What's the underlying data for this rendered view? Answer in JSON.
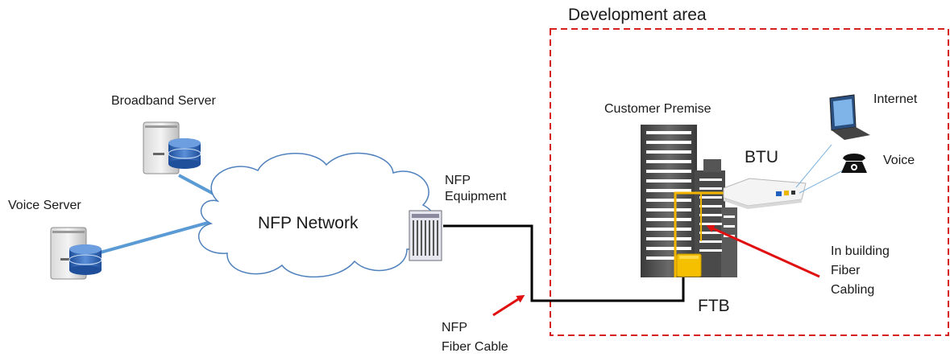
{
  "labels": {
    "development_area": "Development area",
    "broadband_server": "Broadband Server",
    "voice_server": "Voice Server",
    "nfp_network": "NFP Network",
    "nfp_equipment_line1": "NFP",
    "nfp_equipment_line2": "Equipment",
    "customer_premise": "Customer Premise",
    "internet": "Internet",
    "btu": "BTU",
    "voice": "Voice",
    "in_building_line1": "In building",
    "in_building_line2": "Fiber",
    "in_building_line3": "Cabling",
    "ftb": "FTB",
    "nfp_fiber_cable_line1": "NFP",
    "nfp_fiber_cable_line2": "Fiber Cable"
  },
  "colors": {
    "dev_area_border": "#d62020",
    "cloud_stroke": "#4f81bd",
    "server_link": "#5b9bd5",
    "fiber_cable": "#000000",
    "in_building_fiber": "#f2b500",
    "ftb_box": "#f5c000",
    "arrow": "#e01010",
    "btu_link": "#7fb3e0"
  }
}
